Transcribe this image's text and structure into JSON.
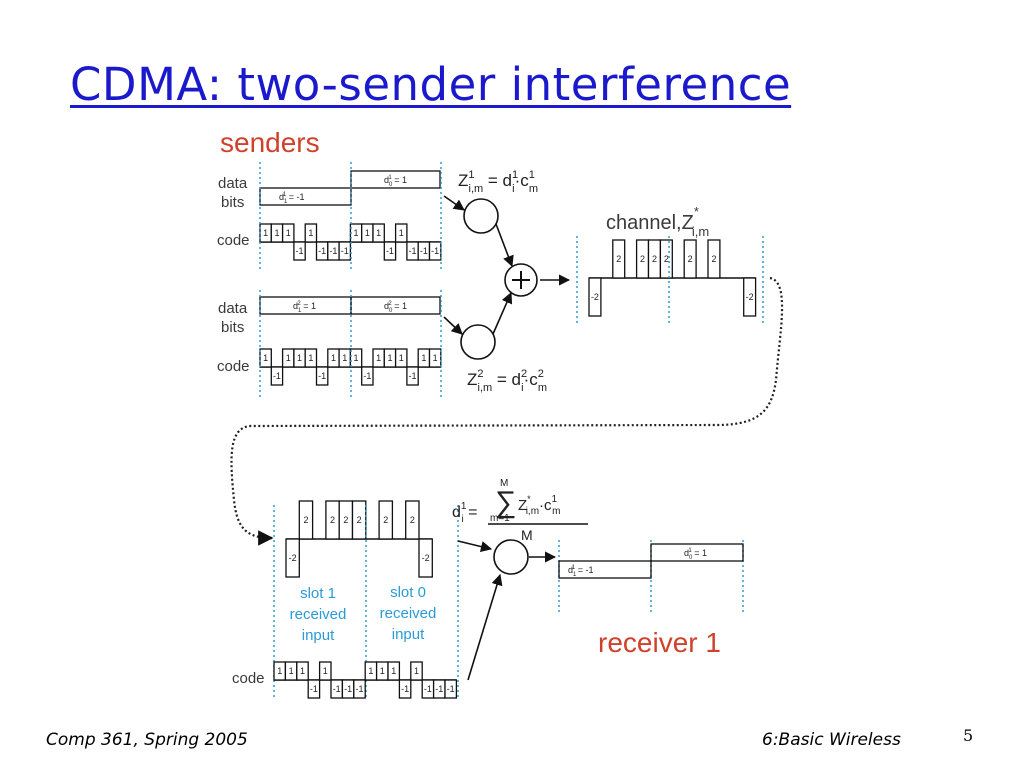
{
  "title": "CDMA: two-sender interference",
  "footer": {
    "left": "Comp 361, Spring 2005",
    "right": "6:Basic Wireless",
    "page": "5"
  },
  "labels": {
    "senders": "senders",
    "data": "data",
    "bits": "bits",
    "code": "code",
    "channel": "channel,",
    "receiver": "receiver 1",
    "slot1": [
      "slot 1",
      "received",
      "input"
    ],
    "slot0": [
      "slot 0",
      "received",
      "input"
    ],
    "M": "M"
  },
  "sender1": {
    "d1": "= -1",
    "d0": "= 1",
    "code_slot1": [
      1,
      1,
      1,
      -1,
      1,
      -1,
      -1,
      -1
    ],
    "code_slot0": [
      1,
      1,
      1,
      -1,
      1,
      -1,
      -1,
      -1
    ]
  },
  "sender2": {
    "d1": "= 1",
    "d0": "= 1",
    "code_slot1": [
      1,
      -1,
      1,
      1,
      1,
      -1,
      1,
      1
    ],
    "code_slot0": [
      1,
      -1,
      1,
      1,
      1,
      -1,
      1,
      1
    ]
  },
  "channel_values": [
    -2,
    0,
    2,
    0,
    2,
    2,
    2,
    0,
    2,
    0,
    2,
    0,
    0,
    -2
  ],
  "received_values": [
    -2,
    2,
    0,
    2,
    2,
    2,
    0,
    2,
    0,
    2,
    -2
  ],
  "receiver_code": [
    1,
    1,
    1,
    -1,
    1,
    -1,
    -1,
    -1
  ],
  "receiver_output": {
    "d1": "= -1",
    "d0": "= 1"
  }
}
